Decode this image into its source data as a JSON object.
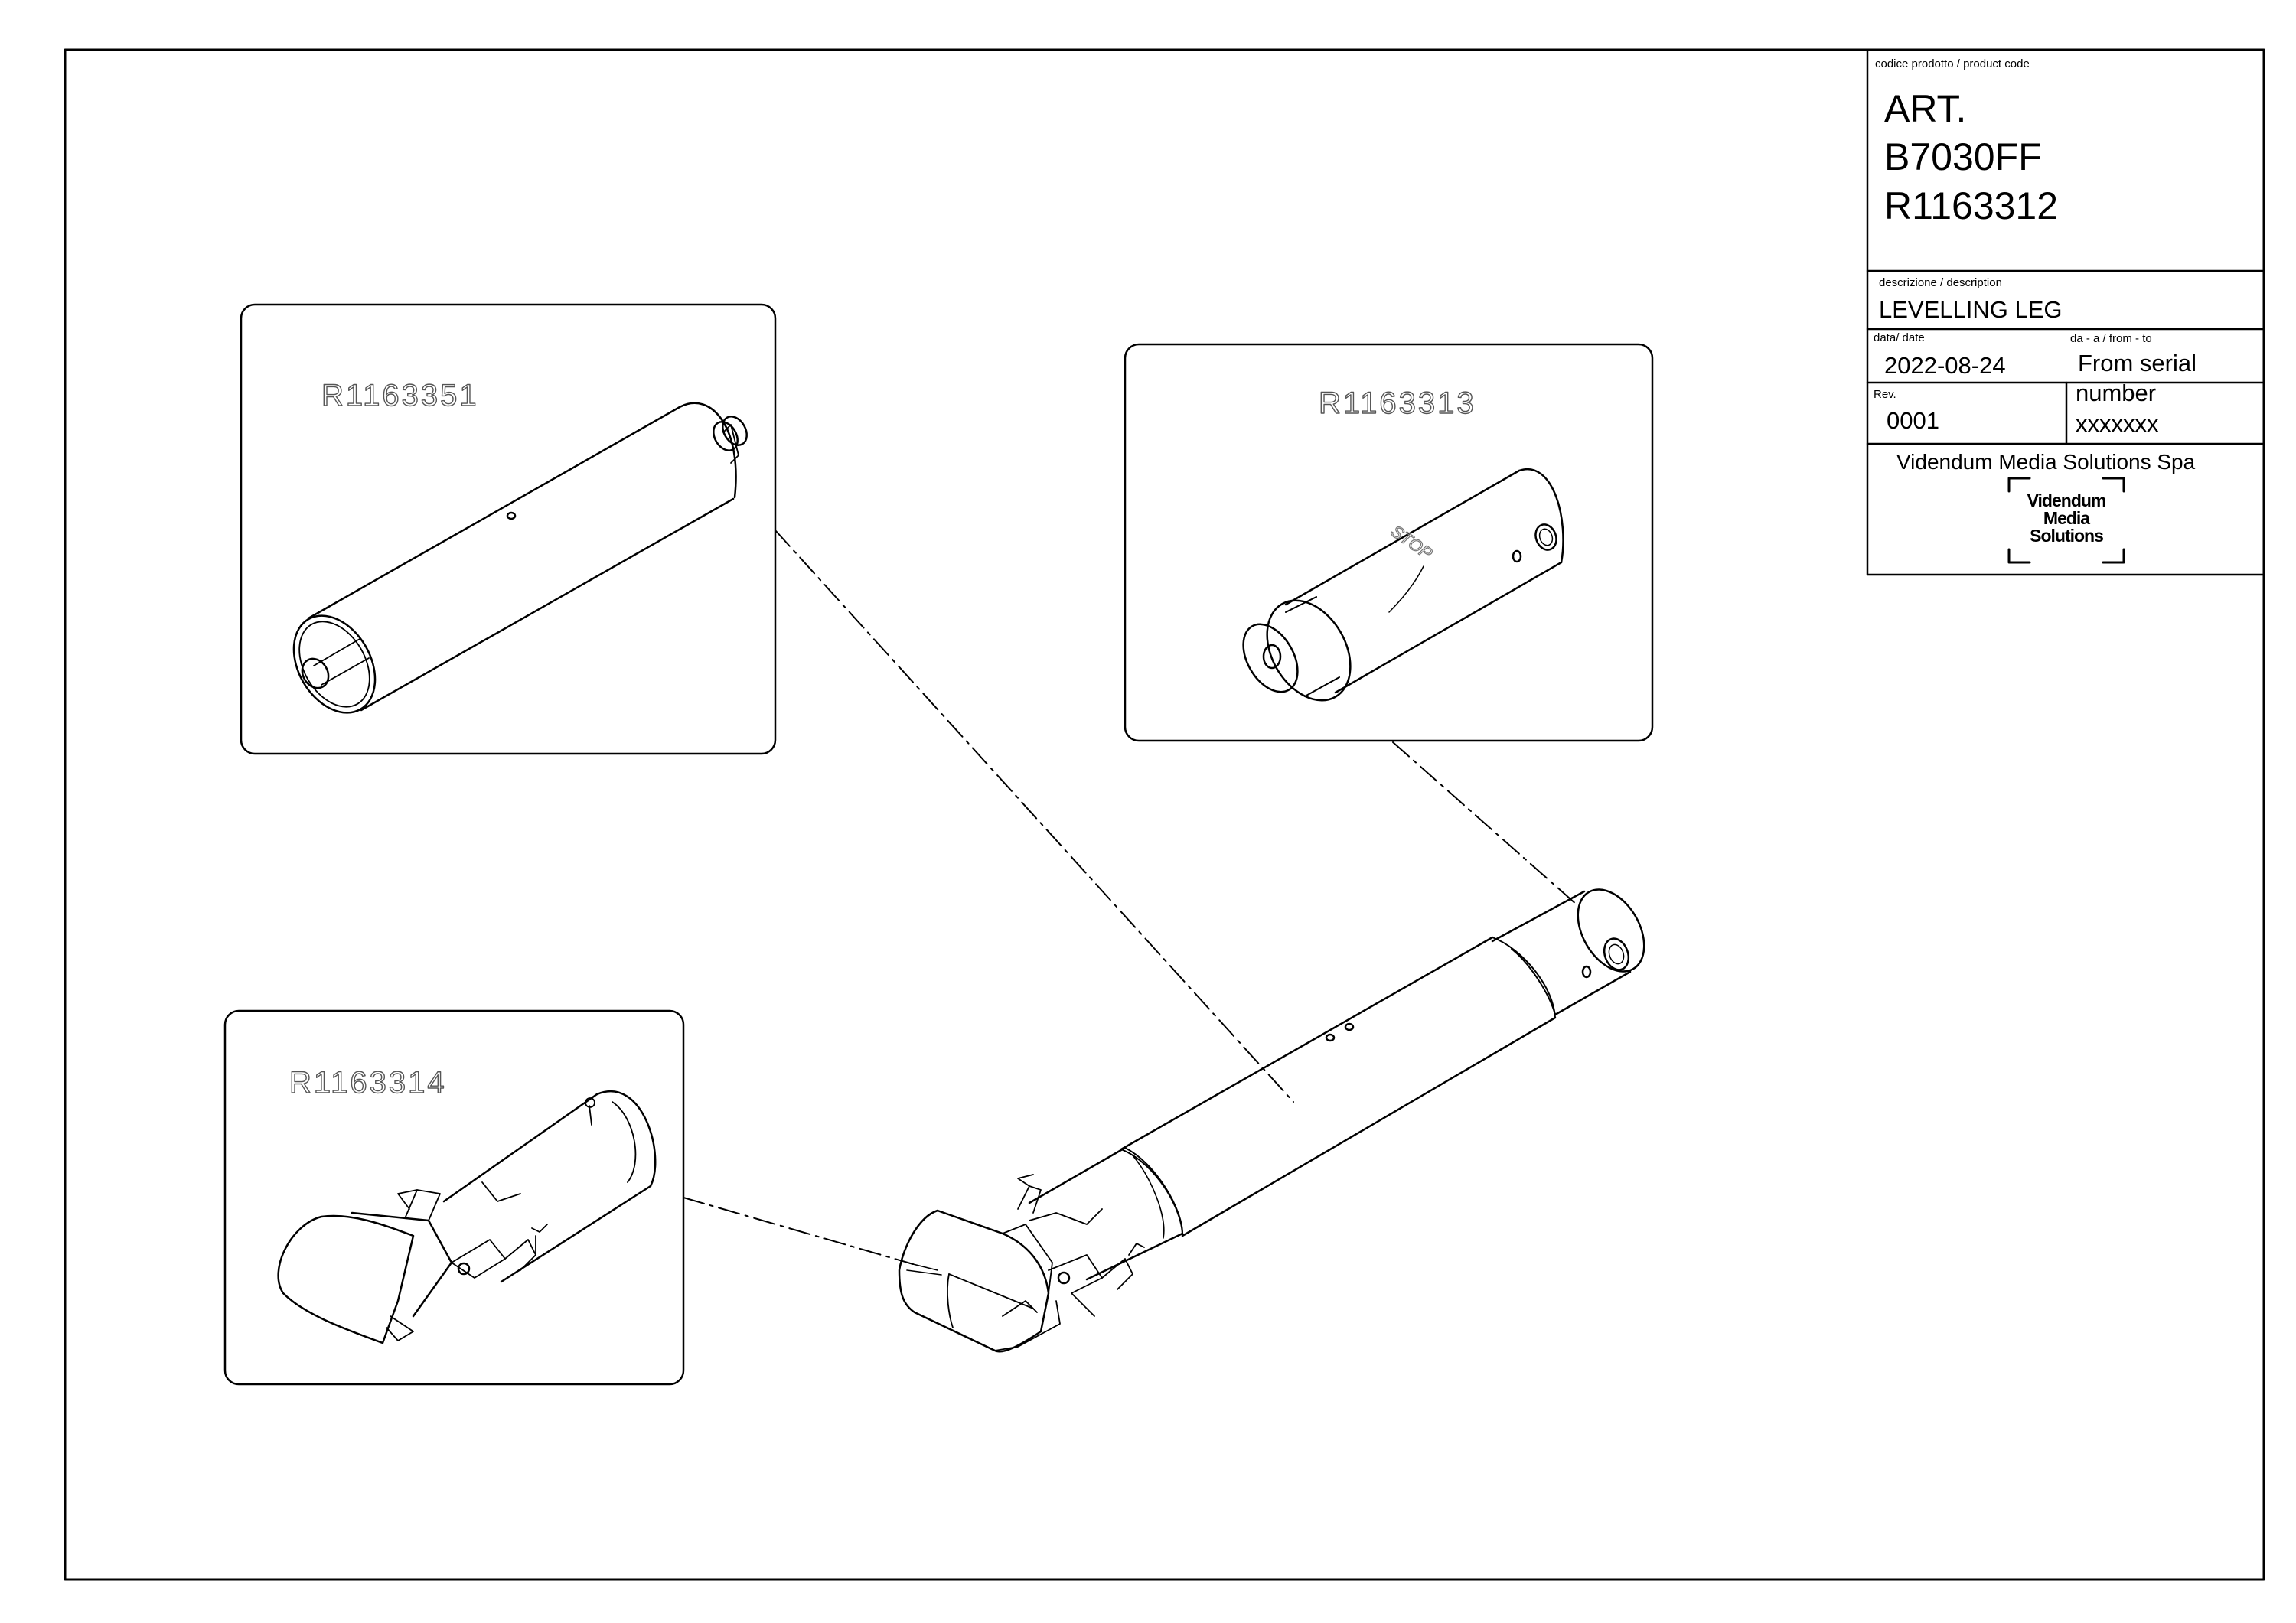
{
  "title_block": {
    "product_code_label": "codice prodotto / product code",
    "art_line1": "ART.",
    "art_line2": "B7030FF",
    "art_line3": "R1163312",
    "description_label": "descrizione / description",
    "description": "LEVELLING LEG",
    "date_label": "data/ date",
    "date": "2022-08-24",
    "from_to_label": "da - a / from - to",
    "from_to_line1": "From serial",
    "from_to_line2": "number",
    "from_to_line3": "xxxxxxx",
    "rev_label": "Rev.",
    "rev": "0001",
    "company": "Videndum Media Solutions Spa",
    "logo_line1": "Videndum",
    "logo_line2": "Media",
    "logo_line3": "Solutions"
  },
  "callouts": {
    "part_a": "R1163351",
    "part_b": "R1163313",
    "part_c": "R1163314"
  },
  "stamp_text": "STOP"
}
